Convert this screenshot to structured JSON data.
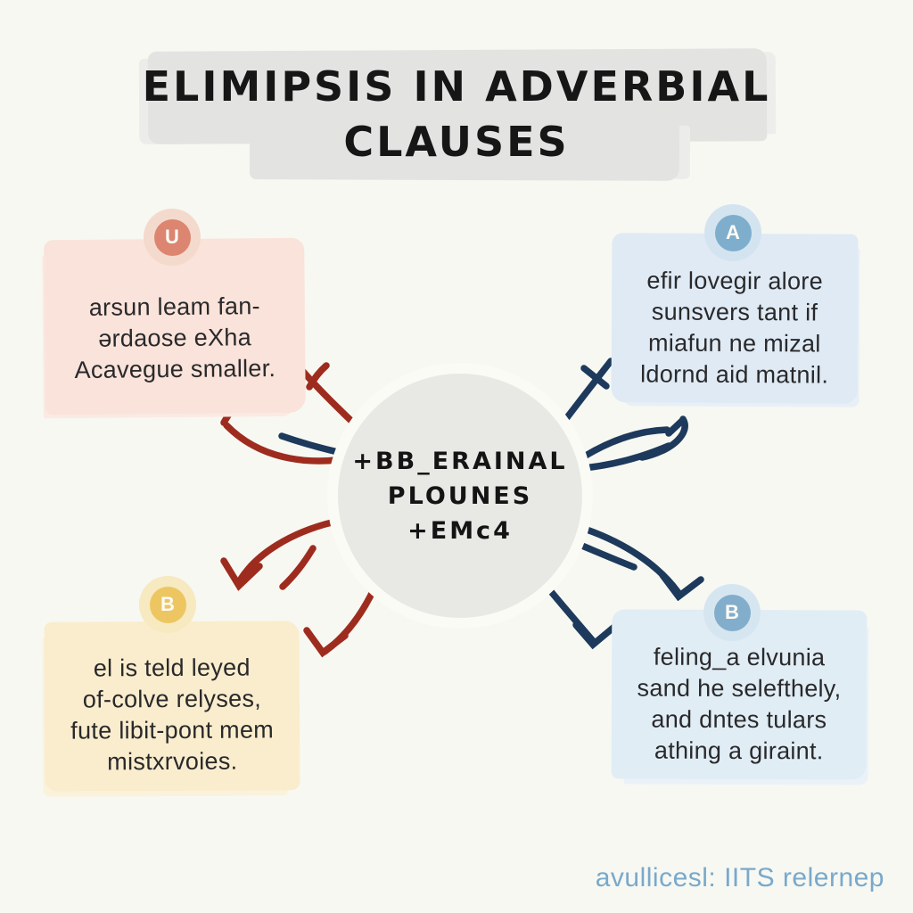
{
  "title": {
    "line1": "ELIMIPSIS IN ADVERBIAL",
    "line2": "CLAUSES"
  },
  "center_node": {
    "line1": "+BB_ERAINAL",
    "line2": "PLOUNES",
    "line3": "+EMc4"
  },
  "boxes": {
    "top_left": {
      "badge": "U",
      "lines": [
        "arsun leam fan-",
        "ərdaose eXha",
        "Acavegue smaller."
      ]
    },
    "top_right": {
      "badge": "A",
      "lines": [
        "efir lovegir alore",
        "sunsvers tant if",
        "miafun ne mizal",
        "ldornd aid matnil."
      ]
    },
    "bottom_left": {
      "badge": "B",
      "lines": [
        "el is teld leyed",
        "of-colve relyses,",
        "fute libit-pont mem",
        "mistxrvoies."
      ]
    },
    "bottom_right": {
      "badge": "B",
      "lines": [
        "feling_a elvunia",
        "sand he selefthely,",
        "and dntes tulars",
        "athing a giraint."
      ]
    }
  },
  "footer": {
    "credit": "avullicesl: IITS relernep"
  },
  "colors": {
    "background": "#F7F8F2",
    "title_brush": "#E3E4E1",
    "title_text": "#161616",
    "peach_box": "#FAE3DA",
    "coral_badge": "#DC8570",
    "blue_box": "#DFEAF4",
    "blue_badge": "#7EAECC",
    "yellow_box": "#FAEDCD",
    "yellow_badge": "#EDC662",
    "center_circle": "#E8E8E5",
    "red_arrow": "#9E2C1E",
    "navy_arrow": "#1D3A5C",
    "footer_text": "#79A9CB"
  }
}
